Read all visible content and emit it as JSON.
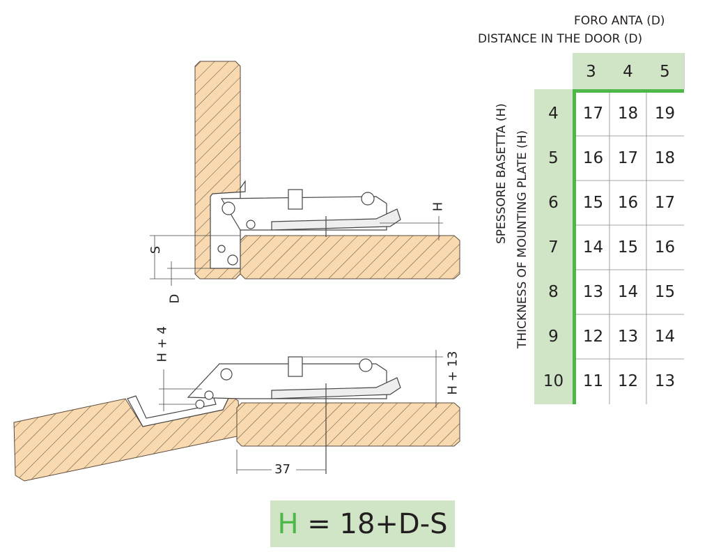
{
  "table": {
    "title_it": "FORO ANTA (D)",
    "title_en": "DISTANCE IN THE DOOR (D)",
    "row_label_it": "SPESSORE BASETTA (H)",
    "row_label_en": "THICKNESS OF MOUNTING PLATE (H)",
    "columns": [
      "3",
      "4",
      "5"
    ],
    "rows": [
      {
        "h": "4",
        "values": [
          "17",
          "18",
          "19"
        ]
      },
      {
        "h": "5",
        "values": [
          "16",
          "17",
          "18"
        ]
      },
      {
        "h": "6",
        "values": [
          "15",
          "16",
          "17"
        ]
      },
      {
        "h": "7",
        "values": [
          "14",
          "15",
          "16"
        ]
      },
      {
        "h": "8",
        "values": [
          "13",
          "14",
          "15"
        ]
      },
      {
        "h": "9",
        "values": [
          "12",
          "13",
          "14"
        ]
      },
      {
        "h": "10",
        "values": [
          "11",
          "12",
          "13"
        ]
      }
    ]
  },
  "dimensions": {
    "s": "S",
    "d": "D",
    "h": "H",
    "h_plus_4": "H + 4",
    "h_plus_13": "H + 13",
    "distance": "37"
  },
  "formula": {
    "var": "H",
    "rest": " = 18+D-S"
  },
  "colors": {
    "accent": "#4db848",
    "header_bg": "#cfe5c6",
    "wood": "#f8d9b0"
  }
}
